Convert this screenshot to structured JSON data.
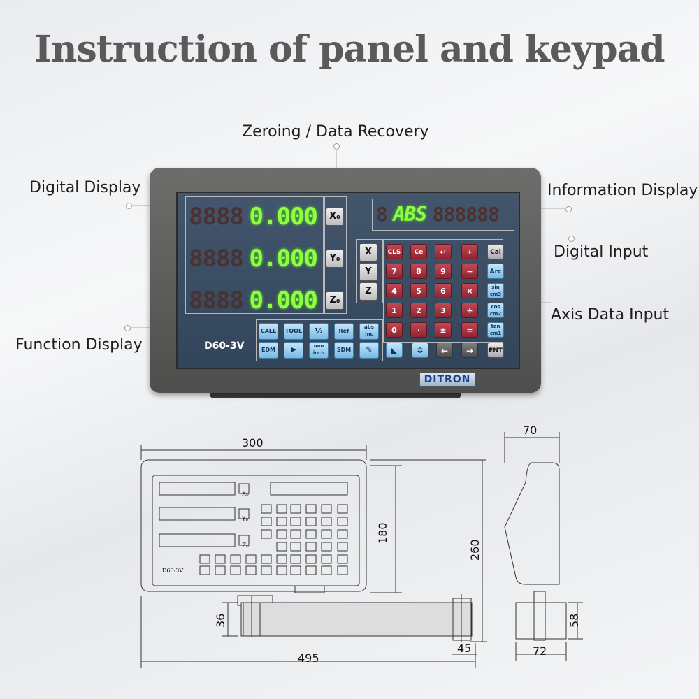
{
  "title": "Instruction of panel and keypad",
  "callouts": {
    "zeroing": "Zeroing / Data Recovery",
    "digital_display": "Digital Display",
    "information_display": "Information Display",
    "digital_input": "Digital Input",
    "axis_data_input": "Axis Data Input",
    "function_display": "Function Display"
  },
  "device": {
    "readouts": [
      {
        "axis": "X",
        "dim": "8888",
        "value": "0.000",
        "zero_key": "X₀"
      },
      {
        "axis": "Y",
        "dim": "8888",
        "value": "0.000",
        "zero_key": "Y₀"
      },
      {
        "axis": "Z",
        "dim": "8888",
        "value": "0.000",
        "zero_key": "Z₀"
      }
    ],
    "info_display": {
      "dim_left": "8",
      "value": "ABS",
      "dim_right": "888888"
    },
    "axis_keys": [
      "X",
      "Y",
      "Z"
    ],
    "keypad": [
      [
        "CLS",
        "Ce",
        "↵",
        "+",
        "Cal"
      ],
      [
        "7",
        "8",
        "9",
        "−",
        "Arc"
      ],
      [
        "4",
        "5",
        "6",
        "×",
        "sin cm3"
      ],
      [
        "1",
        "2",
        "3",
        "÷",
        "cos cm2"
      ],
      [
        "0",
        "·",
        "±",
        "=",
        "tan cm1"
      ]
    ],
    "function_keys_top": [
      "CALL",
      "TOOL",
      "½",
      "Ref",
      "abs inc"
    ],
    "function_keys_bottom": [
      "EDM",
      "▶",
      "mm inch",
      "SDM",
      "✎"
    ],
    "bottom_keys": [
      "◣",
      "✲",
      "←",
      "→",
      "ENT"
    ],
    "model": "D60-3V",
    "brand": "DITRON"
  },
  "dimensions": {
    "width": "300",
    "height_display": "180",
    "height_total": "260",
    "bracket_height": "36",
    "bracket_offset": "45",
    "total_width": "495",
    "depth": "70",
    "bracket_width": "72",
    "bracket_side": "58"
  },
  "drawing": {
    "zero_labels": [
      "X₀",
      "Y₀",
      "Z₀"
    ],
    "model": "D60-3V"
  }
}
